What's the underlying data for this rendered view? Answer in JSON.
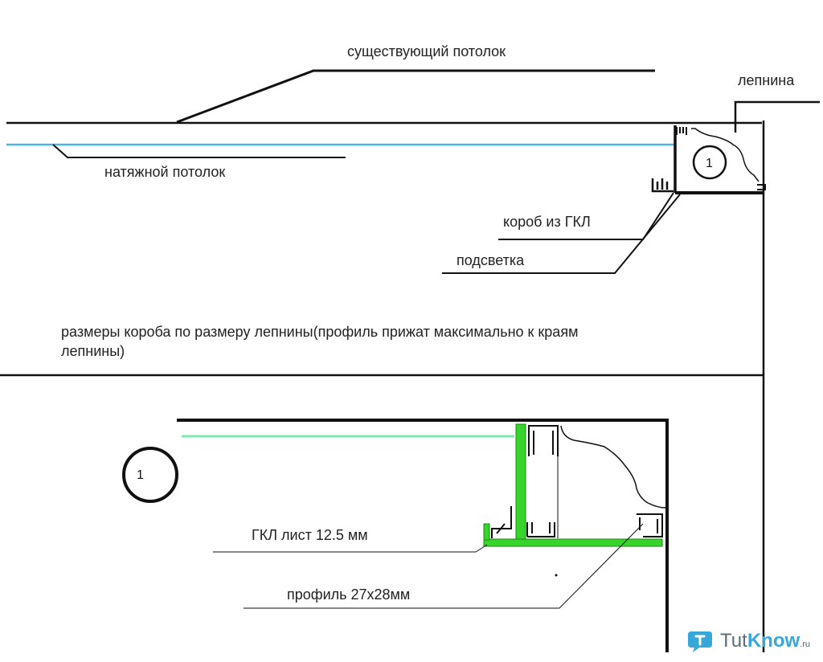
{
  "labels": {
    "existing_ceiling": "существующий потолок",
    "molding": "лепнина",
    "stretch_ceiling": "натяжной потолок",
    "gkl_box": "короб из ГКЛ",
    "backlight": "подсветка",
    "note": "размеры короба по размеру лепнины(профиль прижат максимально к краям лепнины)",
    "gkl_sheet": "ГКЛ лист 12.5 мм",
    "profile": "профиль 27х28мм"
  },
  "callouts": {
    "detail_number": "1"
  },
  "watermark": {
    "brand_plain": "Tut",
    "brand_bold": "Know",
    "suffix": ".ru",
    "icon": "tutknow-logo-icon"
  },
  "colors": {
    "stretch_ceiling_line": "#4fb3e6",
    "detail_stretch_line": "#7ee8b0",
    "gkl_green": "#37d42b",
    "ink": "#111111"
  }
}
